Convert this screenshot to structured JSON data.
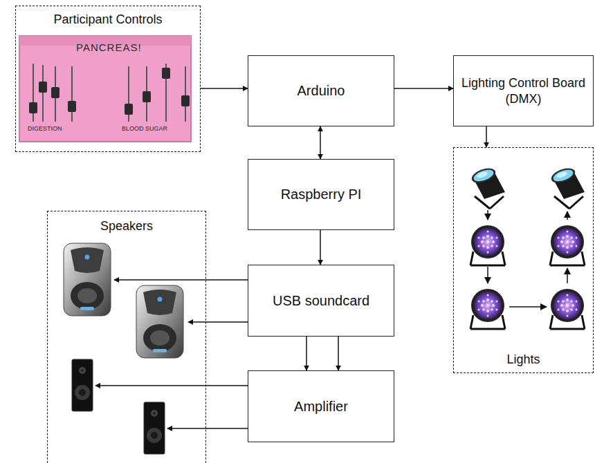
{
  "diagram": {
    "nodes": [
      {
        "text": [
          "Participant Controls"
        ]
      },
      {
        "text": [
          "Arduino"
        ]
      },
      {
        "text": [
          "Lighting Control Board (DMX)"
        ]
      },
      {
        "text": [
          "Raspberry PI"
        ]
      },
      {
        "text": [
          "Speakers"
        ]
      },
      {
        "text": [
          "USB soundcard"
        ]
      },
      {
        "text": [
          "Amplifier"
        ]
      },
      {
        "text": [
          "Lights"
        ]
      }
    ],
    "edges": [
      {
        "from": 0,
        "to": 1,
        "arrow": "to"
      },
      {
        "from": 1,
        "to": 2,
        "arrow": "to"
      },
      {
        "from": 1,
        "to": 3,
        "arrow": "both"
      },
      {
        "from": 3,
        "to": 5,
        "arrow": "to"
      },
      {
        "from": 5,
        "to": 4,
        "arrow": "to"
      },
      {
        "from": 5,
        "to": 4,
        "arrow": "to"
      },
      {
        "from": 5,
        "to": 6,
        "arrow": "to"
      },
      {
        "from": 5,
        "to": 6,
        "arrow": "to"
      },
      {
        "from": 6,
        "to": 4,
        "arrow": "to"
      },
      {
        "from": 6,
        "to": 4,
        "arrow": "to"
      },
      {
        "from": 2,
        "to": 7,
        "arrow": "to"
      }
    ],
    "labels": [
      "PANCREAS!",
      "DIGESTION",
      "BLOOD SUGAR"
    ]
  }
}
